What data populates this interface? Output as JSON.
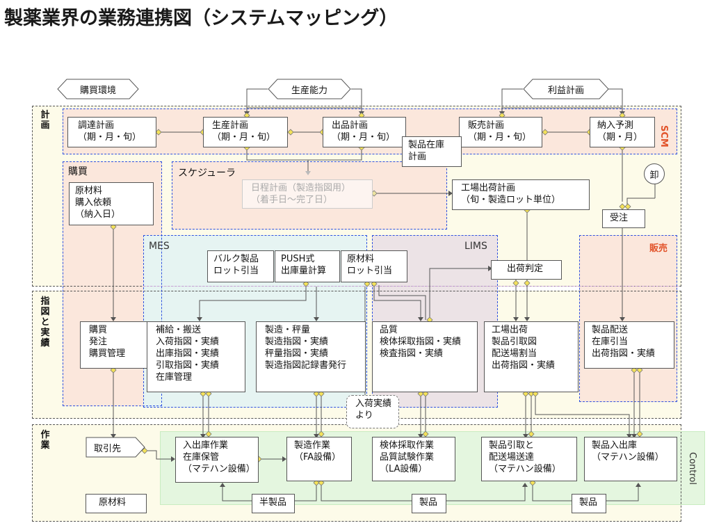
{
  "title": "製薬業界の業務連携図（システムマッピング）",
  "bands": {
    "plan": "計\n画",
    "exec": "指\n図\nと\n実\n績",
    "work": "作\n業"
  },
  "regions": {
    "scm": "SCM",
    "purchase": "購買",
    "scheduler": "スケジューラ",
    "mes": "MES",
    "lims": "LIMS",
    "sales": "販売",
    "control": "Control"
  },
  "hexagons": {
    "purchase_env": "購買環境",
    "capacity": "生産能力",
    "profit_plan": "利益計画",
    "supplier": "取引先"
  },
  "circle": "卸",
  "boxes": {
    "procure_plan": "調達計画\n（期・月・旬）",
    "prod_plan": "生産計画\n（期・月・旬）",
    "ship_plan": "出品計画\n（期・月・旬）",
    "sales_plan": "販売計画\n（期・月・旬）",
    "demand_forecast": "納入予測\n（期・月）",
    "inventory": "製品在庫\n計画",
    "raw_request": "原材料\n購入依頼\n（納入日）",
    "daily_plan": "日程計画（製造指図用）\n（着手日〜完了日）",
    "factory_ship_plan": "工場出荷計画\n（旬・製造ロット単位）",
    "order_recv": "受注",
    "bulk": "バルク製品\nロット引当",
    "push": "PUSH式\n出庫量計算",
    "raw_lot": "原材料\nロット引当",
    "ship_judge": "出荷判定",
    "purchase_mgmt": "購買\n発注\n購買管理",
    "supply": "補給・搬送\n入荷指図・実績\n出庫指図・実績\n引取指図・実績\n在庫管理",
    "manufacture": "製造・秤量\n製造指図・実績\n秤量指図・実績\n製造指図記録書発行",
    "quality": "品質\n検体採取指図・実績\n検査指図・実績",
    "factory_ship": "工場出荷\n製品引取図\n配送場割当\n出荷指図・実績",
    "product_delivery": "製品配送\n在庫引当\n出荷指図・実績",
    "receipt_note": "入荷実績\nより",
    "warehouse_work": "入出庫作業\n在庫保管\n（マテハン設備）",
    "mfg_work": "製造作業\n（FA設備）",
    "sampling_work": "検体採取作業\n品質試験作業\n（LA設備）",
    "pickup_work": "製品引取と\n配送場送達\n（マテハン設備）",
    "product_io": "製品入出庫\n（マテハン設備）",
    "raw_material": "原材料",
    "semi_product": "半製品",
    "product1": "製品",
    "product2": "製品"
  }
}
